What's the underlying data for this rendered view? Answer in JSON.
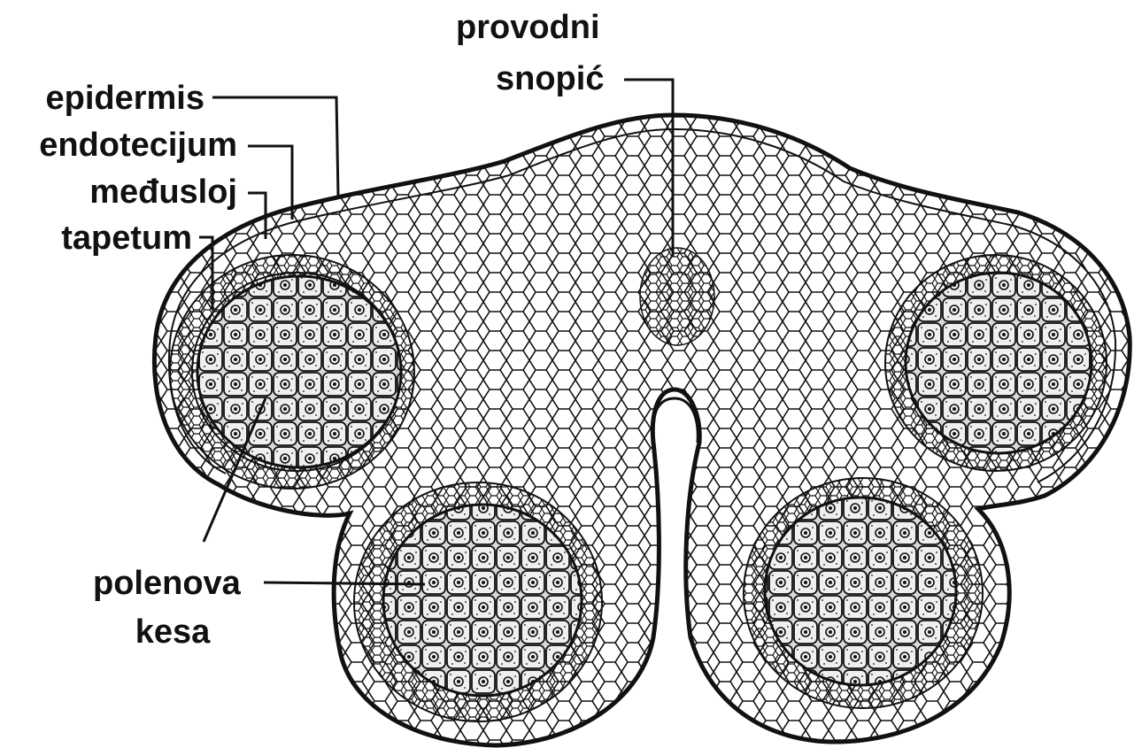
{
  "labels": {
    "epidermis": "epidermis",
    "endotecijum": "endotecijum",
    "medjusloj": "međusloj",
    "tapetum": "tapetum",
    "polenova_kesa_line1": "polenova",
    "polenova_kesa_line2": "kesa",
    "provodni_snopic_line1": "provodni",
    "provodni_snopic_line2": "snopić"
  },
  "colors": {
    "ink": "#111111",
    "background": "#ffffff",
    "stipple": "#d9d9d9"
  }
}
